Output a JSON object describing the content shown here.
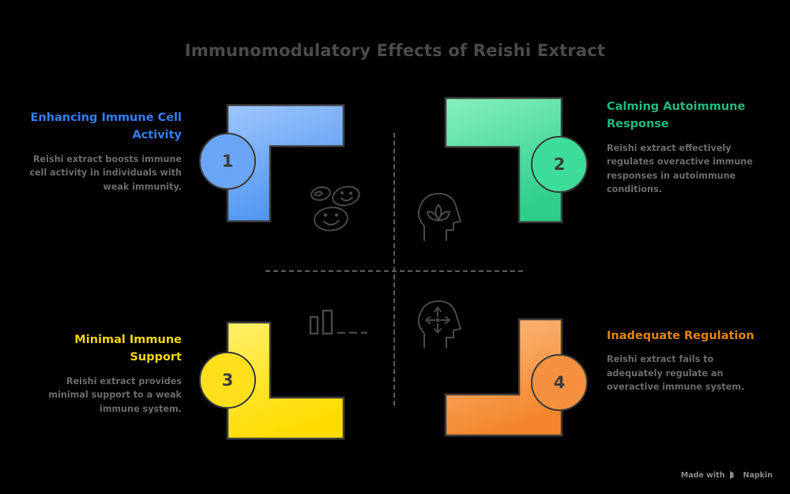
{
  "title": "Immunomodulatory Effects of Reishi Extract",
  "colors": {
    "background": "#000000",
    "title": "#4a4a4a",
    "body_text": "#6a6a6a",
    "divider": "#5a5a5a",
    "outline": "#3d3d3d",
    "quadrant1": "#6ba5f5",
    "quadrant1_light": "#9dc6fb",
    "quadrant2": "#3ddc9a",
    "quadrant2_light": "#86efbf",
    "quadrant3": "#ffe01b",
    "quadrant3_light": "#fff06a",
    "quadrant4": "#f5913e",
    "quadrant4_light": "#fbbd83",
    "watermark": "#8a8a8a"
  },
  "quadrants": [
    {
      "number": "1",
      "heading": "Enhancing Immune Cell Activity",
      "body": "Reishi extract boosts immune cell activity in individuals with weak immunity.",
      "color": "#6ba5f5",
      "align": "right",
      "icon": "smiling-cells-icon"
    },
    {
      "number": "2",
      "heading": "Calming Autoimmune Response",
      "body": "Reishi extract effectively regulates overactive immune responses in autoimmune conditions.",
      "color": "#3ddc9a",
      "align": "left",
      "icon": "head-with-lotus-icon"
    },
    {
      "number": "3",
      "heading": "Minimal Immune Support",
      "body": "Reishi extract provides minimal support to a weak immune system.",
      "color": "#ffe01b",
      "align": "right",
      "icon": "low-bar-chart-icon"
    },
    {
      "number": "4",
      "heading": "Inadequate Regulation",
      "body": "Reishi extract fails to adequately regulate an overactive immune system.",
      "color": "#f5913e",
      "align": "left",
      "icon": "head-with-arrows-icon"
    }
  ],
  "footer": {
    "text_before": "Made with",
    "brand": "Napkin",
    "logo": "napkin-play-logo"
  }
}
